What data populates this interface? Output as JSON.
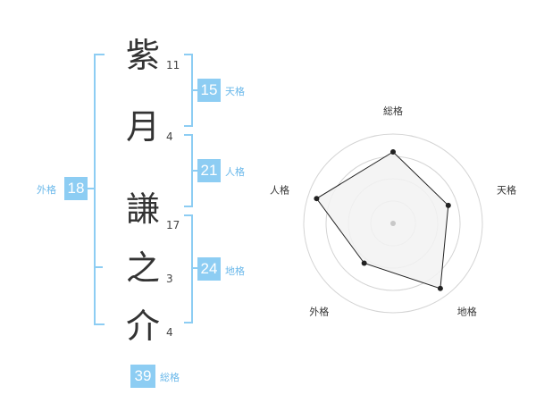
{
  "name": {
    "characters": [
      {
        "char": "紫",
        "strokes": "11"
      },
      {
        "char": "月",
        "strokes": "4"
      },
      {
        "char": "謙",
        "strokes": "17"
      },
      {
        "char": "之",
        "strokes": "3"
      },
      {
        "char": "介",
        "strokes": "4"
      }
    ]
  },
  "grades": {
    "tenkaku": {
      "value": "15",
      "label": "天格"
    },
    "jinkaku": {
      "value": "21",
      "label": "人格"
    },
    "chikaku": {
      "value": "24",
      "label": "地格"
    },
    "gaikaku": {
      "value": "18",
      "label": "外格"
    },
    "soukaku": {
      "value": "39",
      "label": "総格"
    }
  },
  "colors": {
    "accent": "#8dcdf3",
    "label": "#6ab8ea",
    "radar_fill": "#f2f2f2",
    "radar_ring": "#d4d4d4"
  },
  "chart_data": {
    "type": "radar",
    "axes": [
      "総格",
      "天格",
      "地格",
      "外格",
      "人格"
    ],
    "values": [
      0.8,
      0.65,
      0.9,
      0.55,
      0.9
    ],
    "range": [
      0,
      1
    ],
    "rings": 4
  }
}
